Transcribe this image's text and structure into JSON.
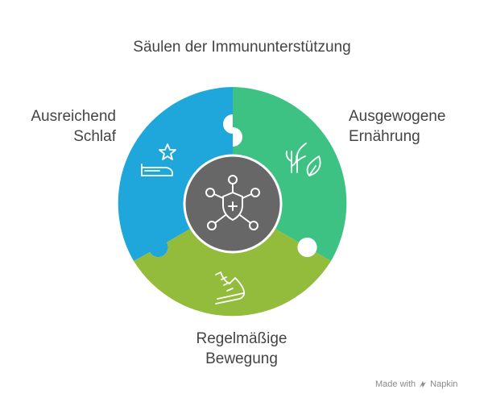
{
  "title": "Säulen der Immununterstützung",
  "segments": {
    "sleep": {
      "lines": [
        "Ausreichend",
        "Schlaf"
      ],
      "color": "#1fa7db",
      "icon": "bed-star-icon"
    },
    "nutrition": {
      "lines": [
        "Ausgewogene",
        "Ernährung"
      ],
      "color": "#3ec283",
      "icon": "plant-leaf-icon"
    },
    "exercise": {
      "lines": [
        "Regelmäßige",
        "Bewegung"
      ],
      "color": "#93bb3c",
      "icon": "sneaker-icon"
    },
    "center": {
      "color": "#676767",
      "icon": "shield-network-icon"
    }
  },
  "credit": {
    "prefix": "Made with",
    "brand": "Napkin"
  }
}
